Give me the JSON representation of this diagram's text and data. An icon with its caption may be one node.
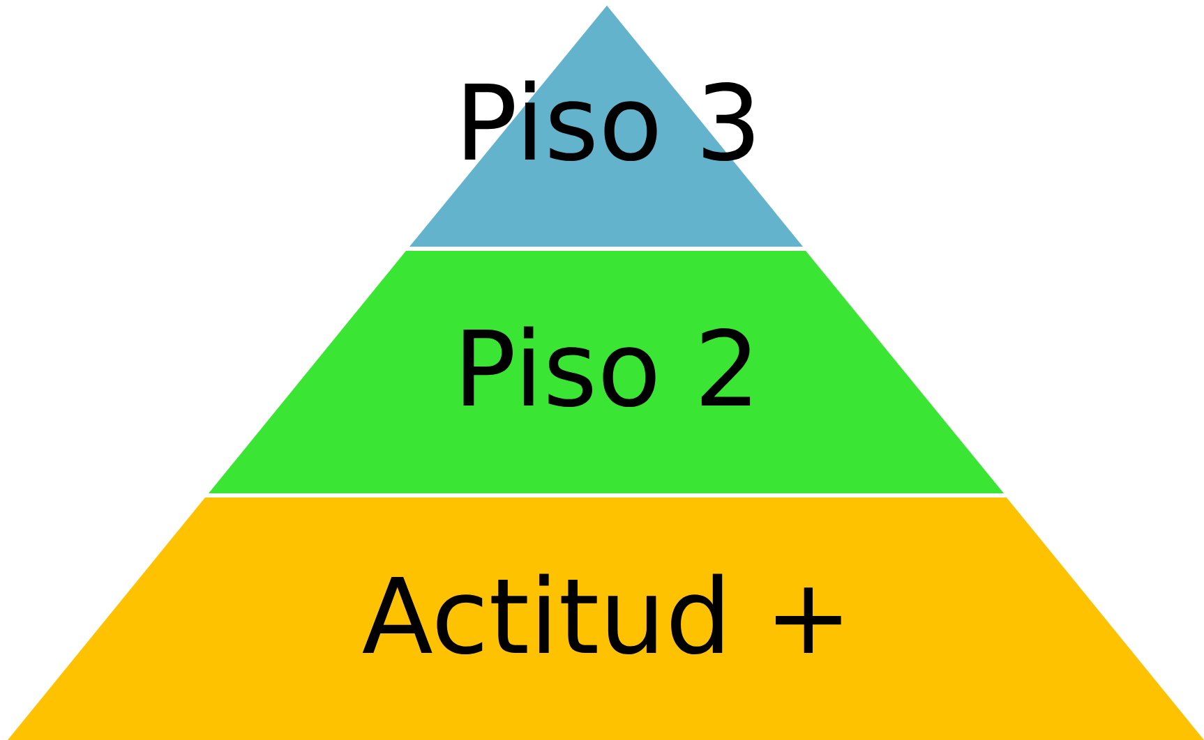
{
  "diagram": {
    "nodes": [
      {
        "text": [
          "Piso 3"
        ]
      },
      {
        "text": [
          "Piso 2"
        ]
      },
      {
        "text": [
          "Actitud +"
        ]
      }
    ]
  }
}
